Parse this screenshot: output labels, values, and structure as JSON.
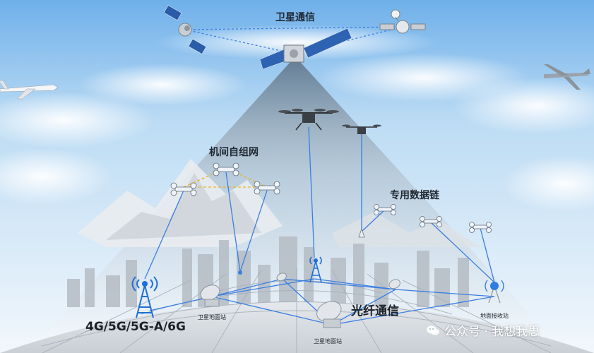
{
  "labels": {
    "satellite_comm": "卫星通信",
    "ad_hoc_network": "机间自组网",
    "dedicated_datalink": "专用数据链",
    "optical_fiber_comm": "光纤通信",
    "cellular": "4G/5G/5G-A/6G",
    "satellite_ground_station_1": "卫星地面站",
    "satellite_ground_station_2": "卫星地面站",
    "ground_receiving_station": "地面接收站"
  },
  "watermark": {
    "icon": "wechat-icon",
    "text": "公众号 · 我想我思"
  },
  "colors": {
    "sky_top": "#cfe6f8",
    "sky_bottom": "#eef6fd",
    "link_blue": "#3b7fe0",
    "mesh_yellow": "#e8b12a",
    "ground_grid": "#a7b1ba",
    "tower_blue": "#1f6fd6"
  }
}
